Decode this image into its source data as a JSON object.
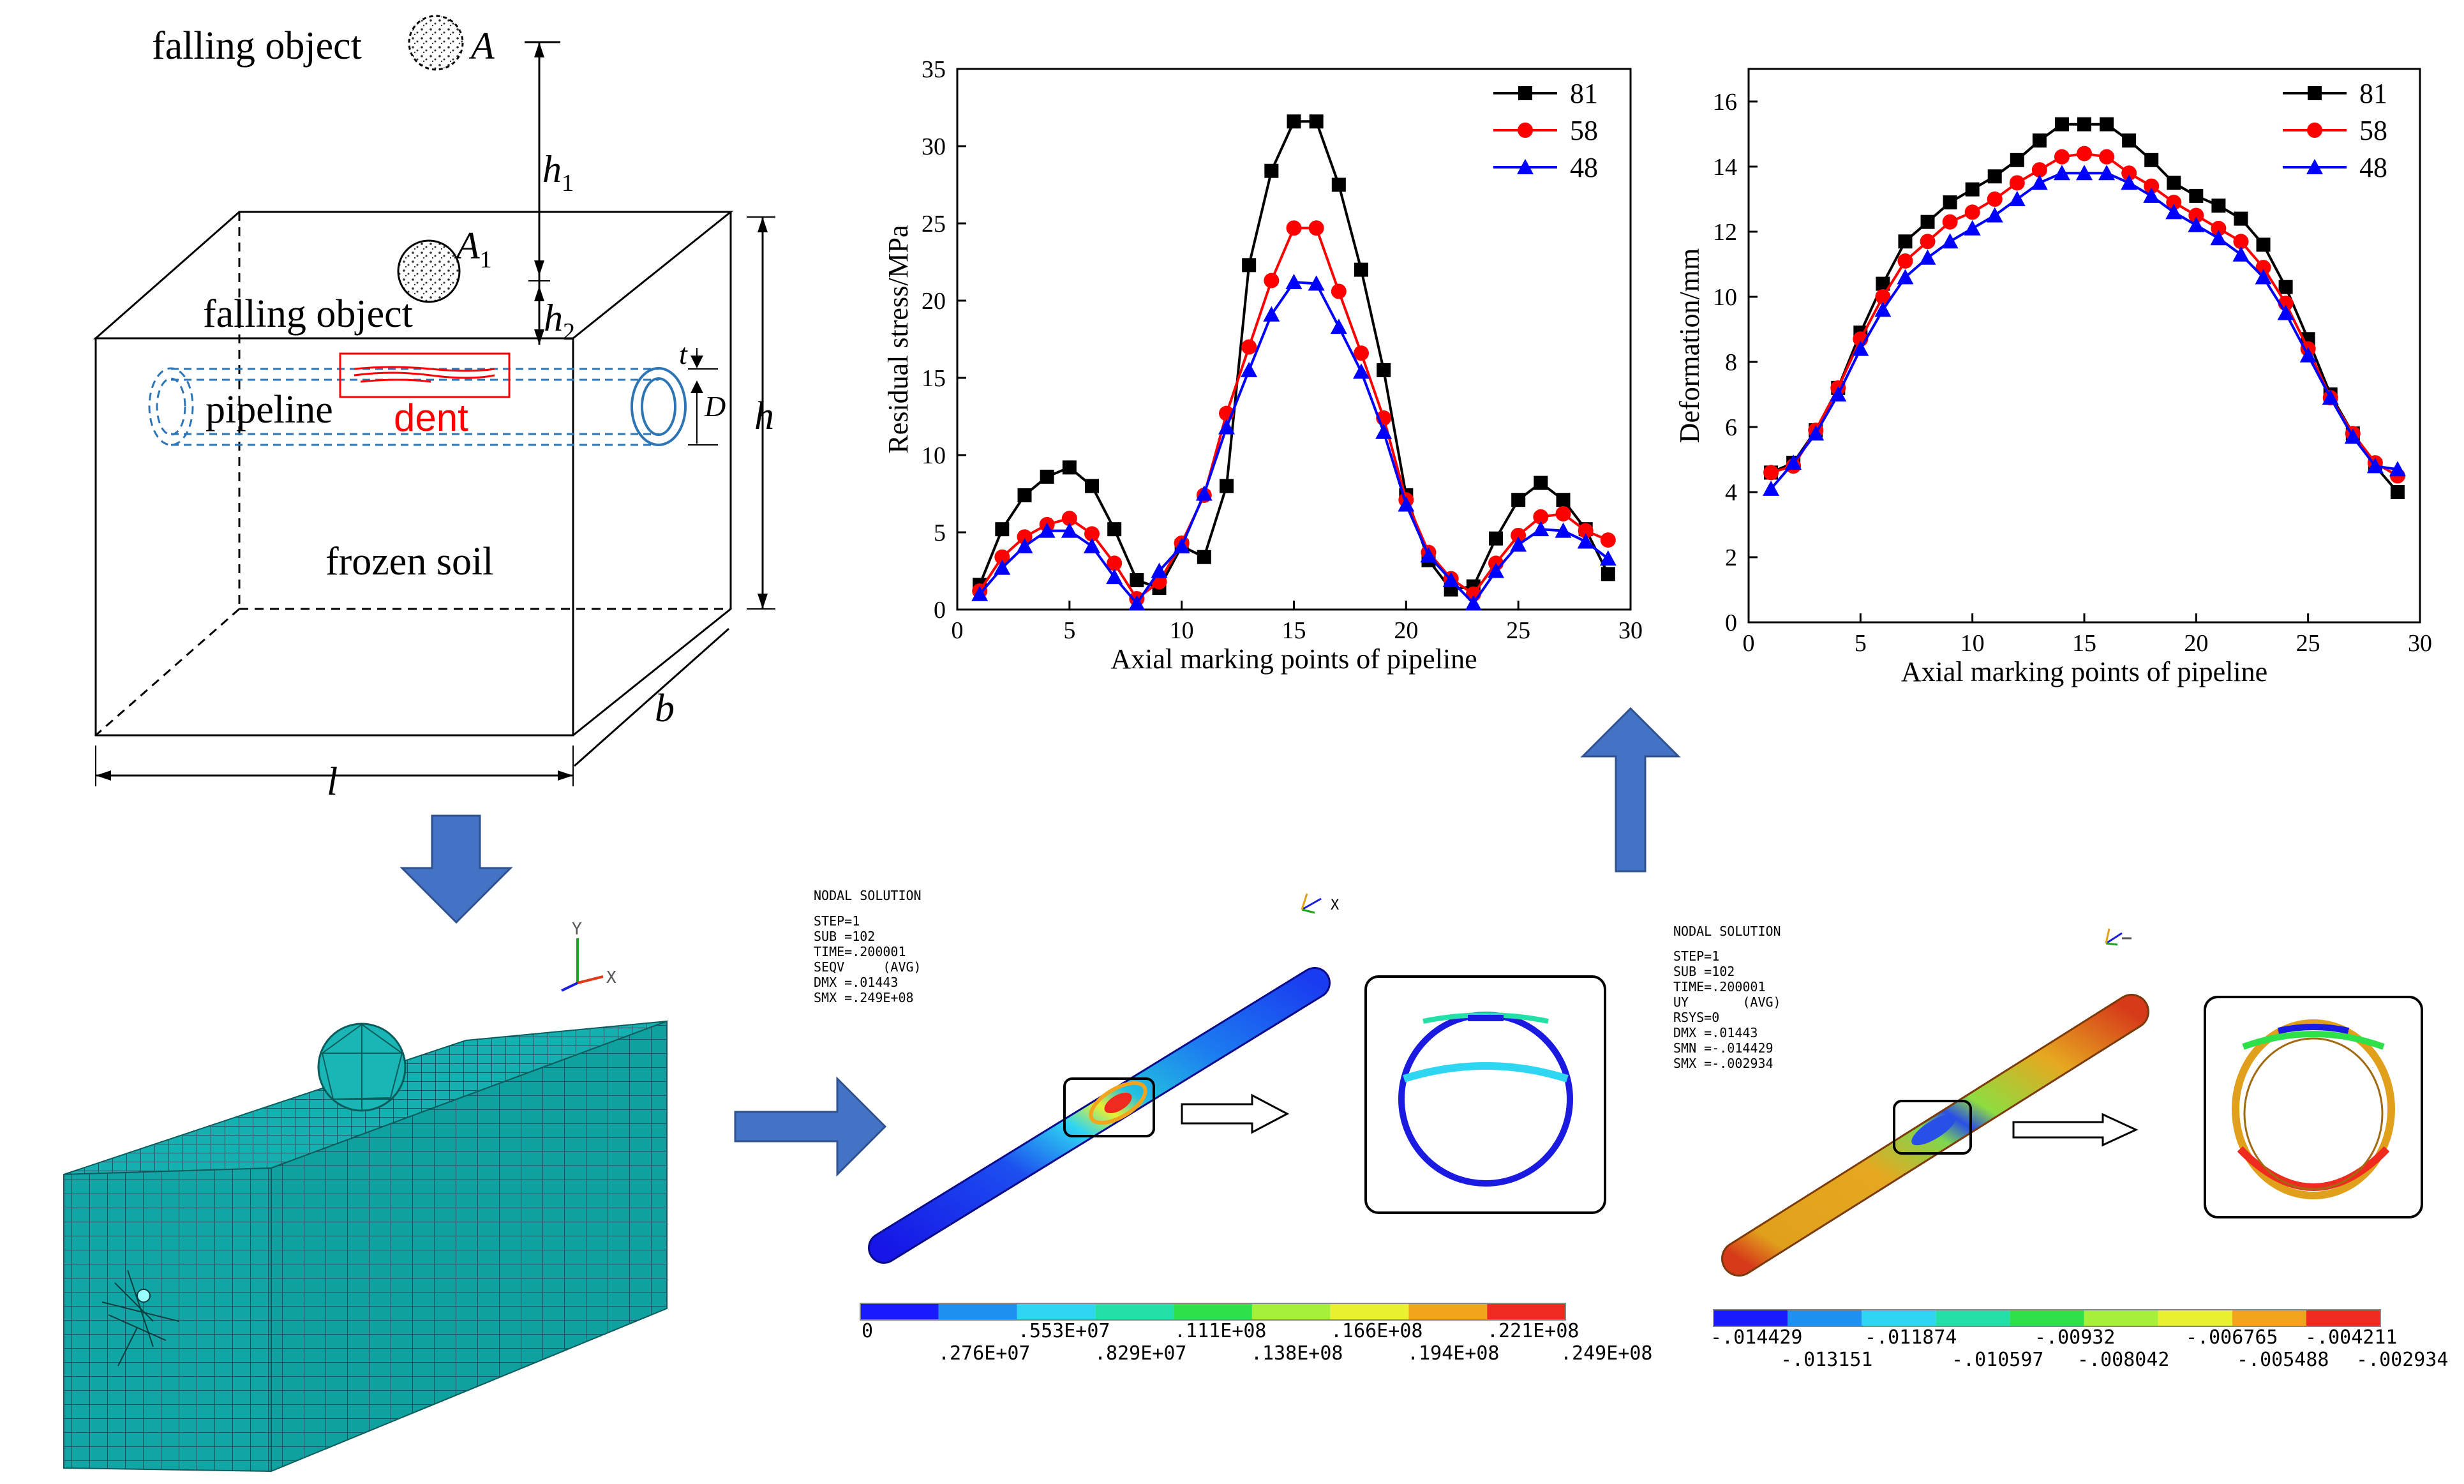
{
  "schematic": {
    "falling_object_top": "falling object",
    "object_label_top": "A",
    "falling_object_mid": "falling object",
    "object_label_mid": "A",
    "object_label_mid_sub": "1",
    "h1_label": "h",
    "h1_sub": "1",
    "h2_label": "h",
    "h2_sub": "2",
    "t_label": "t",
    "D_label": "D",
    "h_label": "h",
    "b_label": "b",
    "l_label": "l",
    "pipeline_label": "pipeline",
    "dent_label": "dent",
    "frozen_soil_label": "frozen soil"
  },
  "mesh_axes": {
    "y": "Y",
    "x": "X"
  },
  "fea_stress": {
    "header_lines": [
      "NODAL SOLUTION",
      "STEP=1",
      "SUB =102",
      "TIME=.200001",
      "SEQV     (AVG)",
      "DMX =.01443",
      "SMX =.249E+08"
    ],
    "axis_x": "X",
    "legend_colors": [
      "#1a1aff",
      "#1f8ff0",
      "#2fd6f2",
      "#23e0a8",
      "#2ee04a",
      "#a6f03a",
      "#e8f030",
      "#f2a41c",
      "#ef2a1e"
    ],
    "labels_top": [
      "0",
      ".553E+07",
      ".111E+08",
      ".166E+08",
      ".221E+08"
    ],
    "labels_bottom": [
      ".276E+07",
      ".829E+07",
      ".138E+08",
      ".194E+08",
      ".249E+08"
    ]
  },
  "fea_uy": {
    "header_lines": [
      "NODAL SOLUTION",
      "STEP=1",
      "SUB =102",
      "TIME=.200001",
      "UY       (AVG)",
      "RSYS=0",
      "DMX =.01443",
      "SMN =-.014429",
      "SMX =-.002934"
    ],
    "legend_colors": [
      "#1a1aff",
      "#1f8ff0",
      "#2fd6f2",
      "#23e0a8",
      "#2ee04a",
      "#a6f03a",
      "#e8f030",
      "#f2a41c",
      "#ef2a1e"
    ],
    "labels_top": [
      "-.014429",
      "-.011874",
      "-.00932",
      "-.006765",
      "-.004211"
    ],
    "labels_bottom": [
      "-.013151",
      "-.010597",
      "-.008042",
      "-.005488",
      "-.002934"
    ]
  },
  "colors": {
    "black": "#000000",
    "red": "#ff0000",
    "blue": "#0000ff",
    "arrow_fill": "#4472c4",
    "dash_blue": "#2e75b6"
  },
  "chart_data": [
    {
      "type": "line",
      "xlabel": "Axial marking points of pipeline",
      "ylabel": "Residual stress/MPa",
      "xlim": [
        0,
        30
      ],
      "ylim": [
        0,
        35
      ],
      "xticks": [
        0,
        5,
        10,
        15,
        20,
        25,
        30
      ],
      "yticks": [
        0,
        5,
        10,
        15,
        20,
        25,
        30,
        35
      ],
      "legend_position": "top-right",
      "x": [
        1,
        2,
        3,
        4,
        5,
        6,
        7,
        8,
        9,
        10,
        11,
        12,
        13,
        14,
        15,
        16,
        17,
        18,
        19,
        20,
        21,
        22,
        23,
        24,
        25,
        26,
        27,
        28,
        29
      ],
      "series": [
        {
          "name": "81",
          "color": "#000000",
          "marker": "square",
          "values": [
            1.6,
            5.2,
            7.4,
            8.6,
            9.2,
            8.0,
            5.2,
            1.9,
            1.4,
            4.1,
            3.4,
            8.0,
            22.3,
            28.4,
            31.6,
            31.6,
            27.5,
            22.0,
            15.5,
            7.4,
            3.2,
            1.3,
            1.5,
            4.6,
            7.1,
            8.2,
            7.1,
            5.2,
            2.3
          ]
        },
        {
          "name": "58",
          "color": "#ff0000",
          "marker": "circle",
          "values": [
            1.2,
            3.4,
            4.7,
            5.5,
            5.9,
            4.9,
            3.0,
            0.7,
            1.8,
            4.3,
            7.4,
            12.7,
            17.0,
            21.3,
            24.7,
            24.7,
            20.6,
            16.6,
            12.4,
            7.1,
            3.7,
            2.0,
            1.0,
            3.0,
            4.8,
            6.0,
            6.2,
            5.1,
            4.5
          ]
        },
        {
          "name": "48",
          "color": "#0000ff",
          "marker": "triangle",
          "values": [
            1.0,
            2.7,
            4.1,
            5.1,
            5.1,
            4.1,
            2.1,
            0.4,
            2.5,
            4.1,
            7.5,
            11.8,
            15.5,
            19.1,
            21.2,
            21.1,
            18.3,
            15.4,
            11.5,
            6.8,
            3.5,
            1.9,
            0.4,
            2.5,
            4.2,
            5.2,
            5.1,
            4.4,
            3.3
          ]
        }
      ]
    },
    {
      "type": "line",
      "xlabel": "Axial marking points of pipeline",
      "ylabel": "Deformation/mm",
      "xlim": [
        0,
        30
      ],
      "ylim": [
        0,
        17
      ],
      "xticks": [
        0,
        5,
        10,
        15,
        20,
        25,
        30
      ],
      "yticks": [
        0,
        2,
        4,
        6,
        8,
        10,
        12,
        14,
        16
      ],
      "legend_position": "top-right",
      "x": [
        1,
        2,
        3,
        4,
        5,
        6,
        7,
        8,
        9,
        10,
        11,
        12,
        13,
        14,
        15,
        16,
        17,
        18,
        19,
        20,
        21,
        22,
        23,
        24,
        25,
        26,
        27,
        28,
        29
      ],
      "series": [
        {
          "name": "81",
          "color": "#000000",
          "marker": "square",
          "values": [
            4.6,
            4.9,
            5.9,
            7.2,
            8.9,
            10.4,
            11.7,
            12.3,
            12.9,
            13.3,
            13.7,
            14.2,
            14.8,
            15.3,
            15.3,
            15.3,
            14.8,
            14.2,
            13.5,
            13.1,
            12.8,
            12.4,
            11.6,
            10.3,
            8.7,
            7.0,
            5.8,
            4.8,
            4.0
          ]
        },
        {
          "name": "58",
          "color": "#ff0000",
          "marker": "circle",
          "values": [
            4.6,
            4.8,
            5.9,
            7.2,
            8.7,
            10.0,
            11.1,
            11.7,
            12.3,
            12.6,
            13.0,
            13.5,
            13.9,
            14.3,
            14.4,
            14.3,
            13.8,
            13.4,
            12.9,
            12.5,
            12.1,
            11.7,
            10.9,
            9.8,
            8.4,
            6.9,
            5.8,
            4.9,
            4.5
          ]
        },
        {
          "name": "48",
          "color": "#0000ff",
          "marker": "triangle",
          "values": [
            4.1,
            4.9,
            5.8,
            7.0,
            8.4,
            9.6,
            10.6,
            11.2,
            11.7,
            12.1,
            12.5,
            13.0,
            13.5,
            13.8,
            13.8,
            13.8,
            13.5,
            13.1,
            12.6,
            12.2,
            11.8,
            11.3,
            10.6,
            9.5,
            8.2,
            6.9,
            5.7,
            4.8,
            4.7
          ]
        }
      ]
    }
  ]
}
